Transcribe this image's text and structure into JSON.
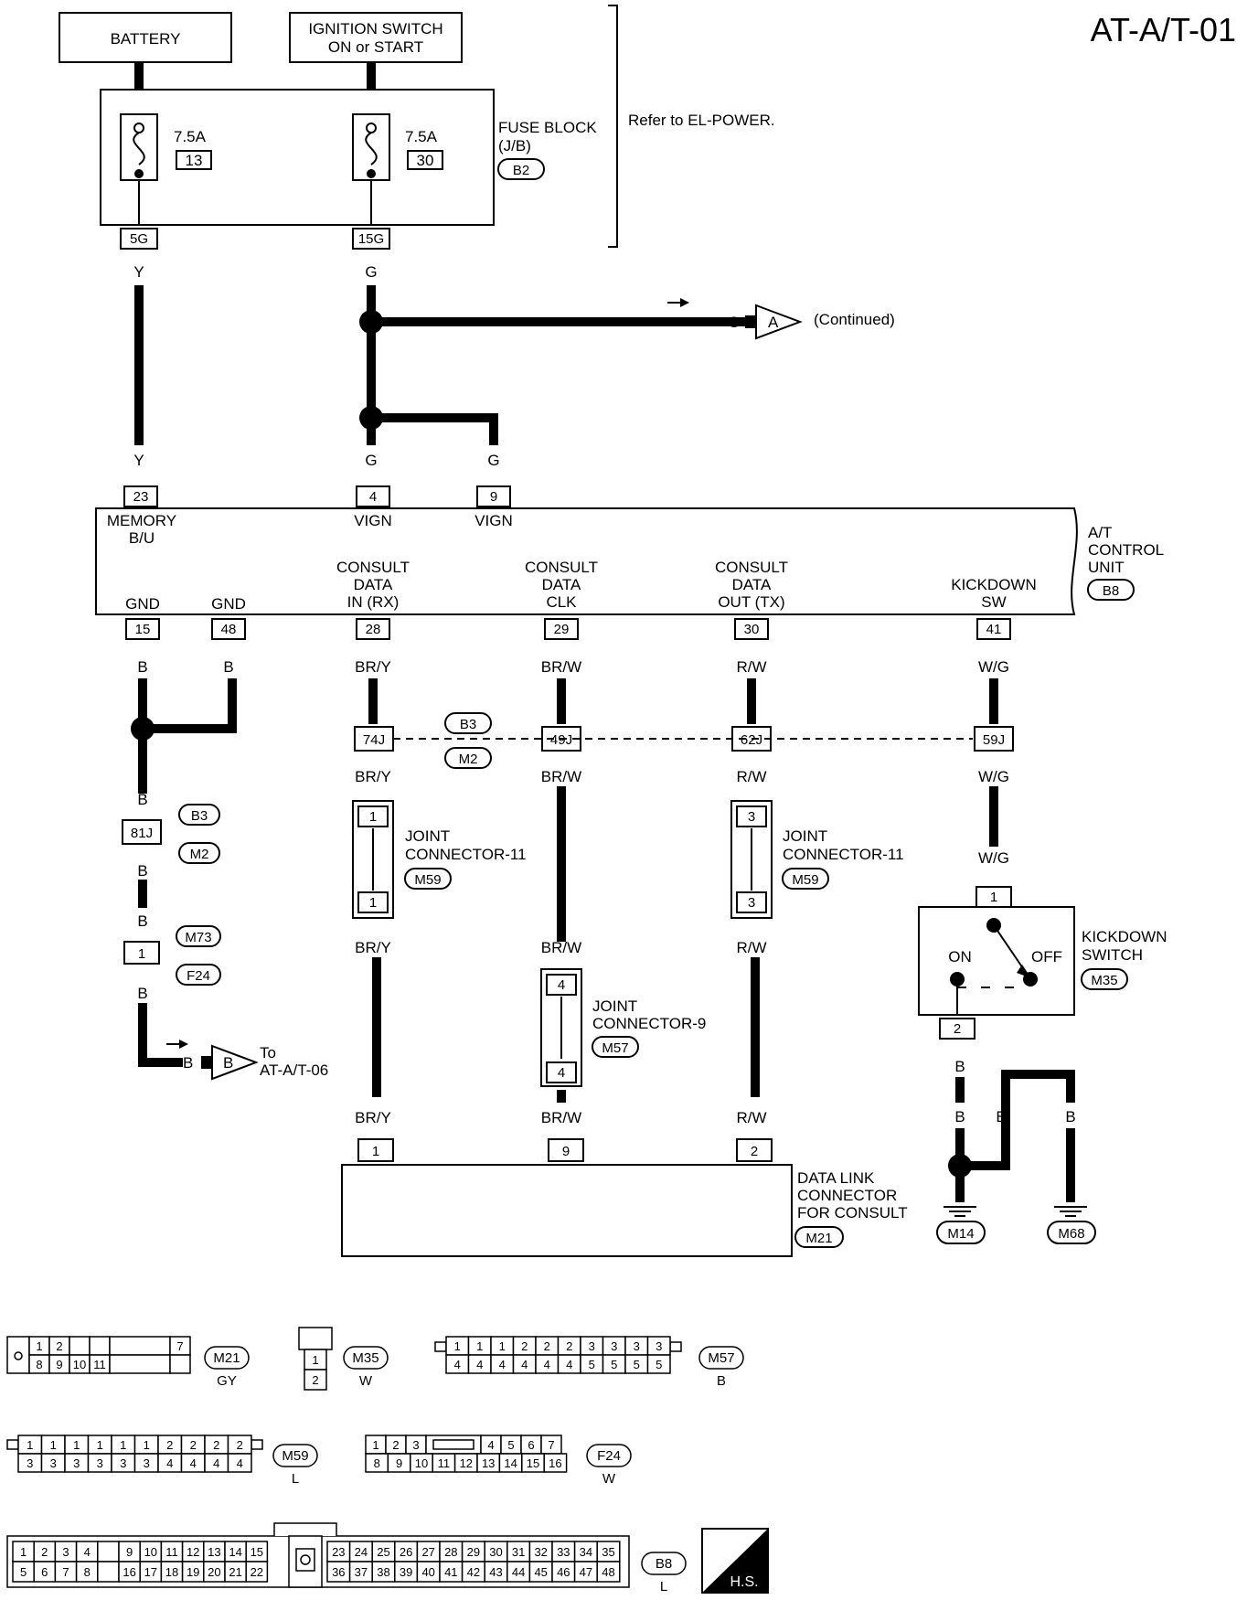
{
  "page_id": "AT-A/T-01",
  "refer": "Refer to EL-POWER.",
  "continued": "(Continued)",
  "to_ref": {
    "line1": "To",
    "line2": "AT-A/T-06"
  },
  "sources": {
    "battery": "BATTERY",
    "ign_1": "IGNITION SWITCH",
    "ign_2": "ON or START"
  },
  "fuse_block": {
    "line1": "FUSE BLOCK",
    "line2": "(J/B)",
    "code": "B2",
    "fuses": [
      {
        "amp": "7.5A",
        "num": "13",
        "term": "5G"
      },
      {
        "amp": "7.5A",
        "num": "30",
        "term": "15G"
      }
    ]
  },
  "wire_colors": {
    "y": "Y",
    "g": "G",
    "b": "B",
    "bry": "BR/Y",
    "brw": "BR/W",
    "rw": "R/W",
    "wg": "W/G"
  },
  "tcu": {
    "name1": "A/T",
    "name2": "CONTROL",
    "name3": "UNIT",
    "code": "B8",
    "top_terms": [
      {
        "num": "23",
        "l1": "MEMORY",
        "l2": "B/U"
      },
      {
        "num": "4",
        "l1": "VIGN"
      },
      {
        "num": "9",
        "l1": "VIGN"
      }
    ],
    "bottom_terms": [
      {
        "num": "15",
        "l1": "GND"
      },
      {
        "num": "48",
        "l1": "GND"
      },
      {
        "num": "28",
        "l1": "CONSULT",
        "l2": "DATA",
        "l3": "IN (RX)"
      },
      {
        "num": "29",
        "l1": "CONSULT",
        "l2": "DATA",
        "l3": "CLK"
      },
      {
        "num": "30",
        "l1": "CONSULT",
        "l2": "DATA",
        "l3": "OUT (TX)"
      },
      {
        "num": "41",
        "l1": "KICKDOWN",
        "l2": "SW"
      }
    ]
  },
  "joints": {
    "j74": "74J",
    "j49": "49J",
    "j62": "62J",
    "j59": "59J",
    "j81": "81J",
    "b3": "B3",
    "m2": "M2",
    "m73": "M73",
    "f24": "F24",
    "one": "1"
  },
  "jc11": {
    "l1": "JOINT",
    "l2": "CONNECTOR-11",
    "code": "M59",
    "left_pin": "1",
    "right_pin": "3"
  },
  "jc9": {
    "l1": "JOINT",
    "l2": "CONNECTOR-9",
    "code": "M57",
    "pin": "4"
  },
  "kickdown": {
    "l1": "KICKDOWN",
    "l2": "SWITCH",
    "code": "M35",
    "on": "ON",
    "off": "OFF",
    "pin1": "1",
    "pin2": "2"
  },
  "dlc": {
    "l1": "DATA LINK",
    "l2": "CONNECTOR",
    "l3": "FOR CONSULT",
    "code": "M21",
    "pins": [
      "1",
      "9",
      "2"
    ]
  },
  "grounds": [
    "M14",
    "M68"
  ],
  "connectors": {
    "m21": {
      "code": "M21",
      "color": "GY",
      "row1": [
        "1",
        "2",
        "",
        "",
        "",
        "",
        "7"
      ],
      "row2": [
        "8",
        "9",
        "10",
        "11",
        "",
        "",
        ""
      ]
    },
    "m35": {
      "code": "M35",
      "color": "W",
      "row1": [
        "1"
      ],
      "row2": [
        "2"
      ]
    },
    "m57": {
      "code": "M57",
      "color": "B",
      "row1": [
        "1",
        "1",
        "1",
        "2",
        "2",
        "2",
        "3",
        "3",
        "3",
        "3"
      ],
      "row2": [
        "4",
        "4",
        "4",
        "4",
        "4",
        "4",
        "5",
        "5",
        "5",
        "5"
      ]
    },
    "m59": {
      "code": "M59",
      "color": "L",
      "row1": [
        "1",
        "1",
        "1",
        "1",
        "1",
        "1",
        "2",
        "2",
        "2",
        "2"
      ],
      "row2": [
        "3",
        "3",
        "3",
        "3",
        "3",
        "3",
        "4",
        "4",
        "4",
        "4"
      ]
    },
    "f24": {
      "code": "F24",
      "color": "W",
      "row1": [
        "1",
        "2",
        "3",
        "",
        "4",
        "5",
        "6",
        "7"
      ],
      "row2": [
        "8",
        "9",
        "10",
        "11",
        "12",
        "13",
        "14",
        "15",
        "16"
      ]
    },
    "b8": {
      "code": "B8",
      "color": "L",
      "left1": [
        "1",
        "2",
        "3",
        "4",
        "",
        "9",
        "10",
        "11",
        "12",
        "13",
        "14",
        "15"
      ],
      "left2": [
        "5",
        "6",
        "7",
        "8",
        "",
        "16",
        "17",
        "18",
        "19",
        "20",
        "21",
        "22"
      ],
      "right1": [
        "23",
        "24",
        "25",
        "26",
        "27",
        "28",
        "29",
        "30",
        "31",
        "32",
        "33",
        "34",
        "35"
      ],
      "right2": [
        "36",
        "37",
        "38",
        "39",
        "40",
        "41",
        "42",
        "43",
        "44",
        "45",
        "46",
        "47",
        "48"
      ]
    },
    "hs": "H.S."
  }
}
